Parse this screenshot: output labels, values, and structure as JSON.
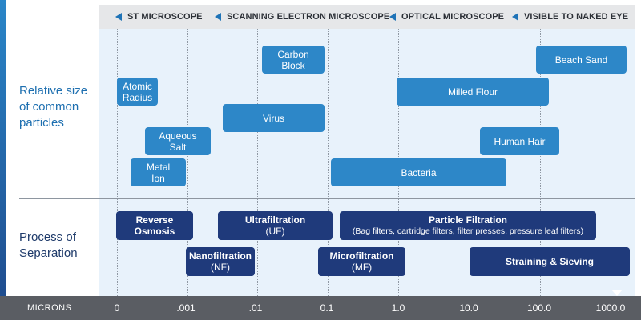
{
  "header": {
    "items": [
      {
        "label": "ST MICROSCOPE"
      },
      {
        "label": "SCANNING ELECTRON MICROSCOPE"
      },
      {
        "label": "OPTICAL MICROSCOPE"
      },
      {
        "label": "VISIBLE TO NAKED EYE"
      }
    ]
  },
  "rows": {
    "particles": "Relative size of common particles",
    "particles_lines": [
      "Relative size",
      "of common",
      "particles"
    ],
    "process_lines": [
      "Process of",
      "Separation"
    ]
  },
  "particles": [
    {
      "lines": [
        "Carbon",
        "Block"
      ]
    },
    {
      "lines": [
        "Beach Sand"
      ]
    },
    {
      "lines": [
        "Atomic",
        "Radius"
      ]
    },
    {
      "lines": [
        "Milled Flour"
      ]
    },
    {
      "lines": [
        "Virus"
      ]
    },
    {
      "lines": [
        "Aqueous",
        "Salt"
      ]
    },
    {
      "lines": [
        "Human Hair"
      ]
    },
    {
      "lines": [
        "Metal",
        "Ion"
      ]
    },
    {
      "lines": [
        "Bacteria"
      ]
    }
  ],
  "processes": [
    {
      "lines": [
        "Reverse",
        "Osmosis"
      ]
    },
    {
      "lines": [
        "Ultrafiltration",
        "(UF)"
      ]
    },
    {
      "lines": [
        "Particle Filtration",
        "(Bag filters, cartridge filters, filter presses, pressure leaf filters)"
      ]
    },
    {
      "lines": [
        "Nanofiltration",
        "(NF)"
      ]
    },
    {
      "lines": [
        "Microfiltration",
        "(MF)"
      ]
    },
    {
      "lines": [
        "Straining & Sieving"
      ]
    }
  ],
  "axis": {
    "title": "MICRONS",
    "ticks": [
      "0",
      ".001",
      ".01",
      "0.1",
      "1.0",
      "10.0",
      "100.0",
      "1000.0"
    ]
  },
  "colors": {
    "particle_fill": "#2d87c8",
    "process_fill": "#1f3a7b",
    "plot_bg": "#e8f2fb",
    "axis_bg": "#5a5d63",
    "header_bg": "#e6e7e9"
  }
}
